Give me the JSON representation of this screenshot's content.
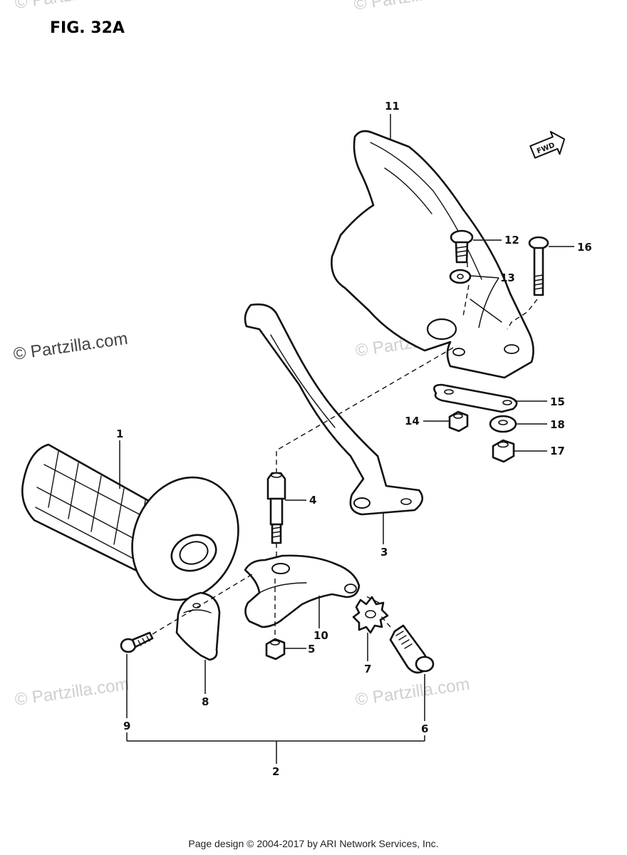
{
  "figure": {
    "title": "FIG. 32A"
  },
  "watermarks": {
    "main": "© Partzilla.com",
    "faint": "© Partzilla.com"
  },
  "callouts": [
    "1",
    "2",
    "3",
    "4",
    "5",
    "6",
    "7",
    "8",
    "9",
    "10",
    "11",
    "12",
    "13",
    "14",
    "15",
    "16",
    "17",
    "18"
  ],
  "direction_badge": "FWD",
  "footer": {
    "text": "Page design © 2004-2017 by ARI Network Services, Inc."
  }
}
